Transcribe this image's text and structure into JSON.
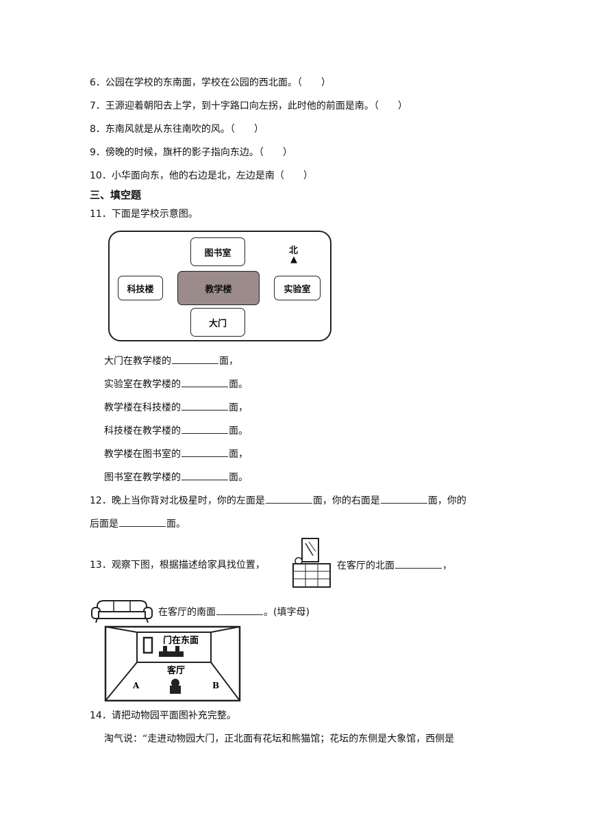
{
  "judge_questions": [
    {
      "num": "6",
      "text": "公园在学校的东南面，学校在公园的西北面。（"
    },
    {
      "num": "7",
      "text": "王源迎着朝阳去上学，到十字路口向左拐，此时他的前面是南。（"
    },
    {
      "num": "8",
      "text": "东南风就是从东往南吹的风。（"
    },
    {
      "num": "9",
      "text": "傍晚的时候，旗杆的影子指向东边。（"
    },
    {
      "num": "10",
      "text": "小华面向东，他的右边是北，左边是南（"
    }
  ],
  "close_paren": "）",
  "section_title": "三、填空题",
  "q11": {
    "prompt": "11．下面是学校示意图。",
    "map": {
      "library": "图书室",
      "teaching": "教学楼",
      "tech": "科技楼",
      "lab": "实验室",
      "gate": "大门",
      "north": "北"
    },
    "sentences": [
      {
        "a": "大门在教学楼的",
        "b": "面，"
      },
      {
        "a": "实验室在教学楼的",
        "b": "面。"
      },
      {
        "a": "教学楼在科技楼的",
        "b": "面，"
      },
      {
        "a": "科技楼在教学楼的",
        "b": "面。"
      },
      {
        "a": "教学楼在图书室的",
        "b": "面，"
      },
      {
        "a": "图书室在教学楼的",
        "b": "面。"
      }
    ]
  },
  "q12": {
    "line1a": "12．晚上当你背对北极星时，你的左面是",
    "line1b": "面，你的右面是",
    "line1c": "面，你的",
    "line2a": "后面是",
    "line2b": "面。"
  },
  "q13": {
    "part1": "13．观察下图，根据描述给家具找位置，",
    "part2": "在客厅的北面",
    "part3": "，",
    "part4": "在客厅的南面",
    "part5": "。(填字母)",
    "room_labels": {
      "door": "门在东面",
      "room": "客厅",
      "a": "A",
      "b": "B"
    }
  },
  "q14": {
    "prompt": "14．请把动物园平面图补充完整。",
    "text": "淘气说：“走进动物园大门，正北面有花坛和熊猫馆；花坛的东侧是大象馆，西侧是"
  }
}
